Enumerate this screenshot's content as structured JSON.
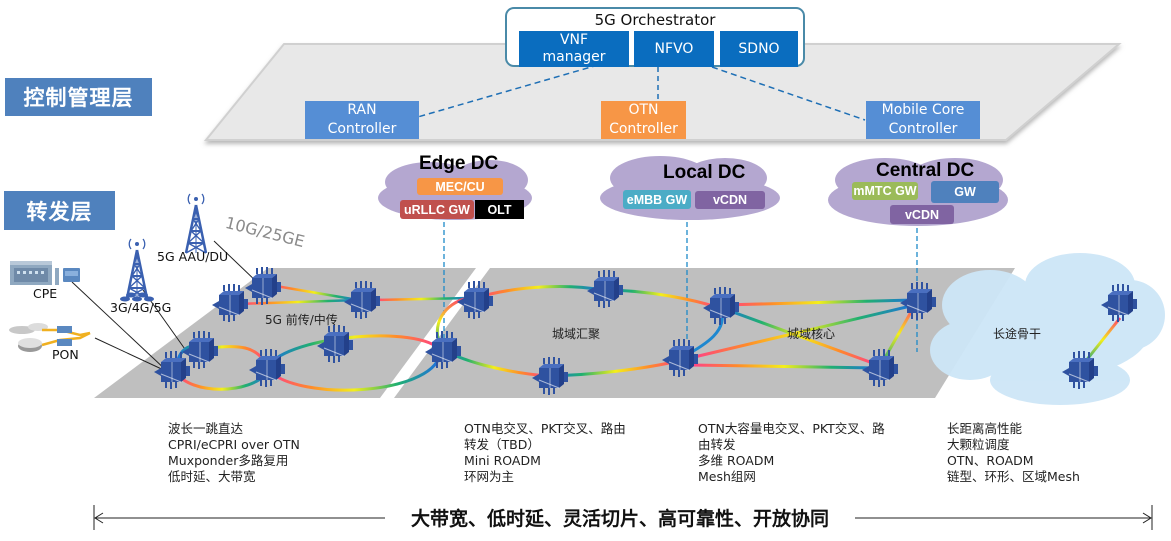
{
  "layers": {
    "control": "控制管理层",
    "forwarding": "转发层"
  },
  "orchestrator": {
    "title": "5G Orchestrator",
    "modules": [
      {
        "line1": "VNF",
        "line2": "manager"
      },
      {
        "line1": "NFVO",
        "line2": ""
      },
      {
        "line1": "SDNO",
        "line2": ""
      }
    ],
    "color": "#0a6dbf"
  },
  "controllers": [
    {
      "line1": "RAN",
      "line2": "Controller",
      "color": "#558ed5"
    },
    {
      "line1": "OTN",
      "line2": "Controller",
      "color": "#f79646"
    },
    {
      "line1": "Mobile Core",
      "line2": "Controller",
      "color": "#558ed5"
    }
  ],
  "data_centers": [
    {
      "title": "Edge DC",
      "functions": [
        {
          "label": "MEC/CU",
          "color": "#f79646"
        },
        {
          "label": "uRLLC GW",
          "color": "#c0504d"
        },
        {
          "label": "OLT",
          "color": "#000000"
        }
      ]
    },
    {
      "title": "Local DC",
      "functions": [
        {
          "label": "eMBB GW",
          "color": "#4bacc6"
        },
        {
          "label": "vCDN",
          "color": "#8064a2"
        }
      ]
    },
    {
      "title": "Central DC",
      "functions": [
        {
          "label": "mMTC GW",
          "color": "#9bbb59"
        },
        {
          "label": "GW",
          "color": "#4f81bd"
        },
        {
          "label": "vCDN",
          "color": "#8064a2"
        }
      ]
    }
  ],
  "access_devices": {
    "aau": "5G AAU/DU",
    "base_station": "3G/4G/5G",
    "cpe": "CPE",
    "pon": "PON",
    "rate": "10G/25GE"
  },
  "network_segments": [
    {
      "label": "5G 前传/中传"
    },
    {
      "label": "城域汇聚"
    },
    {
      "label": "城域核心"
    },
    {
      "label": "长途骨干"
    }
  ],
  "descriptions": [
    [
      "波长一跳直达",
      "CPRI/eCPRI over OTN",
      "Muxponder多路复用",
      "低时延、大带宽"
    ],
    [
      "OTN电交叉、PKT交叉、路由",
      "转发（TBD）",
      "Mini ROADM",
      "环网为主"
    ],
    [
      "OTN大容量电交叉、PKT交叉、路",
      "由转发",
      "多维 ROADM",
      "Mesh组网"
    ],
    [
      "长距离高性能",
      "大颗粒调度",
      "OTN、ROADM",
      "链型、环形、区域Mesh"
    ]
  ],
  "slogan": "大带宽、低时延、灵活切片、高可靠性、开放协同",
  "colors": {
    "layer_label": "#4f81bd",
    "control_plane": "#e8e8e8",
    "forwarding_band": "#bfbfbf",
    "dc_cloud": "#b4a7d0",
    "backbone_cloud": "#cde6f7",
    "router": "#2f52a0"
  }
}
